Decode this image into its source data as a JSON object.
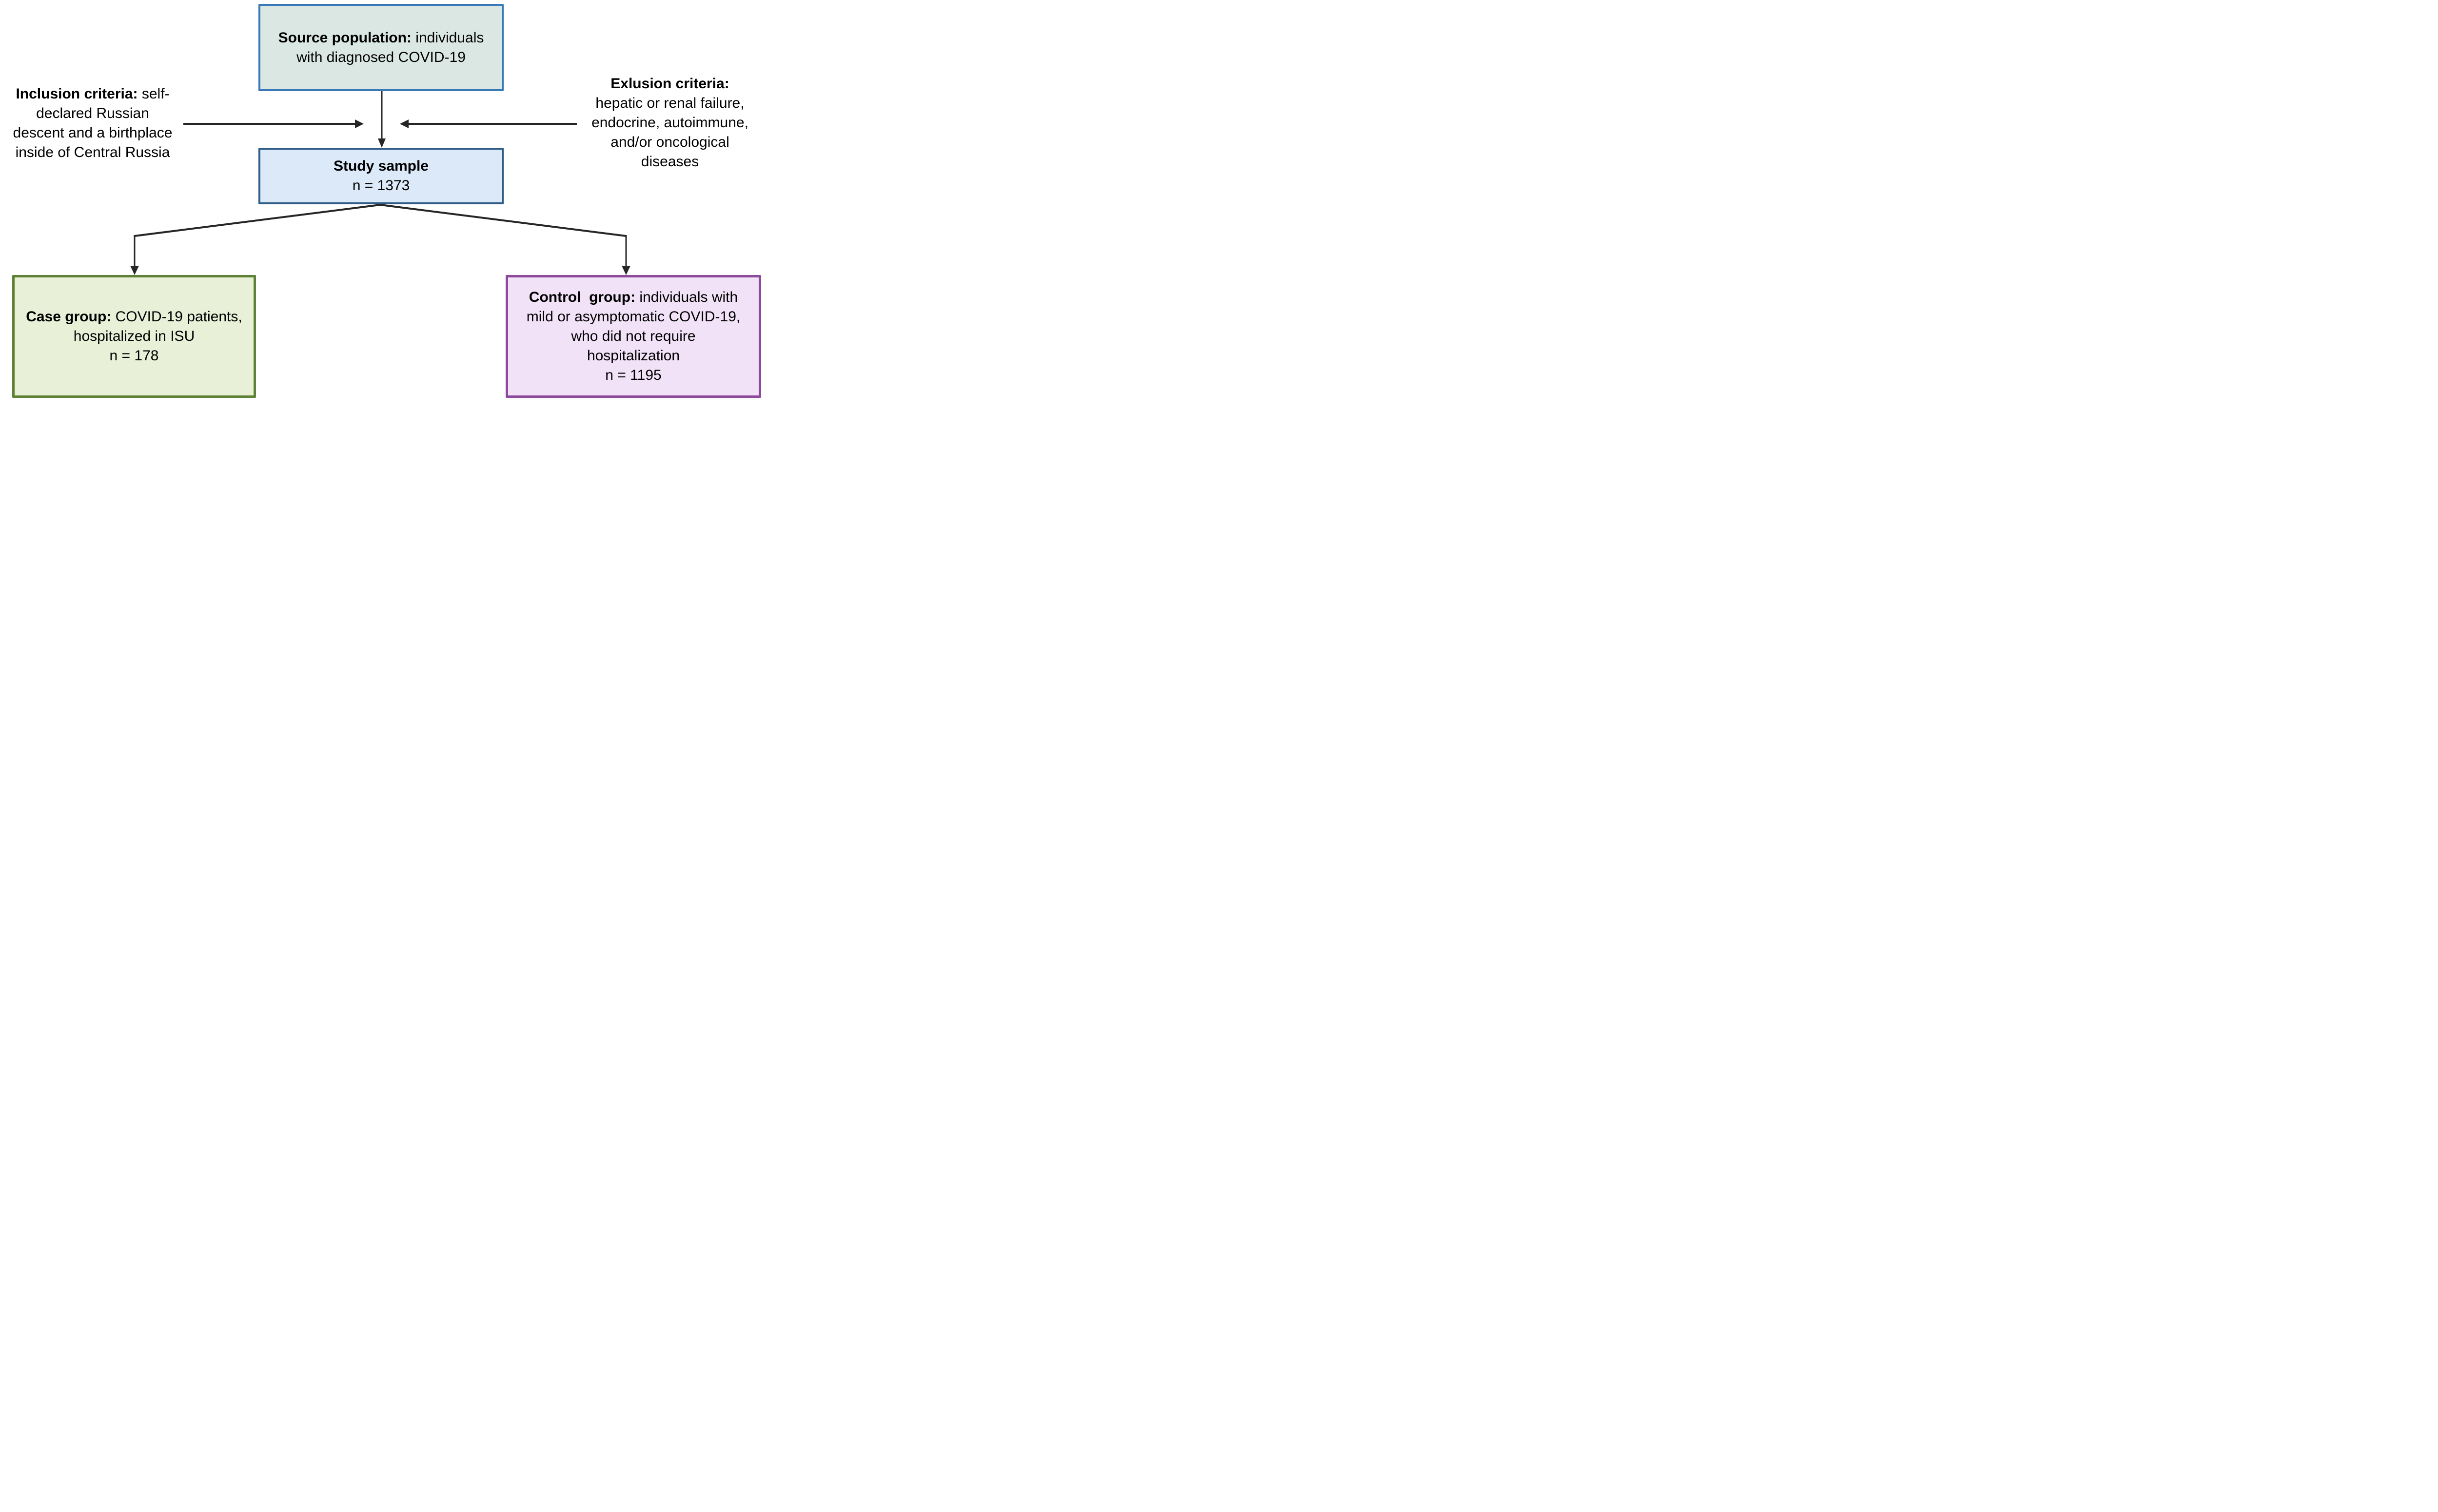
{
  "title": "COVID-19 study sample selection flowchart",
  "colors": {
    "source_fill": "#dbe7e2",
    "source_border": "#3a79b8",
    "study_fill": "#dbe9f8",
    "study_border": "#2f5d87",
    "case_fill": "#e8f1d8",
    "case_border": "#5f8136",
    "control_fill": "#f2e2f7",
    "control_border": "#8d4a9c",
    "line": "#262626",
    "text": "#000000"
  },
  "boxes": {
    "source": {
      "lines": [
        [
          {
            "t": "Source population:",
            "b": true
          },
          {
            "t": " individuals",
            "b": false
          }
        ],
        [
          {
            "t": "with diagnosed COVID-19",
            "b": false
          }
        ]
      ]
    },
    "study": {
      "lines": [
        [
          {
            "t": "Study sample",
            "b": true
          }
        ],
        [
          {
            "t": "n = 1373",
            "b": false
          }
        ]
      ]
    },
    "case": {
      "lines": [
        [
          {
            "t": "Case group:",
            "b": true
          },
          {
            "t": " COVID-19 patients,",
            "b": false
          }
        ],
        [
          {
            "t": "hospitalized in ISU",
            "b": false
          }
        ],
        [
          {
            "t": "n = 178",
            "b": false
          }
        ]
      ]
    },
    "control": {
      "lines": [
        [
          {
            "t": "Control  group:",
            "b": true
          },
          {
            "t": " individuals with",
            "b": false
          }
        ],
        [
          {
            "t": "mild or asymptomatic COVID-19,",
            "b": false
          }
        ],
        [
          {
            "t": "who did not require",
            "b": false
          }
        ],
        [
          {
            "t": "hospitalization",
            "b": false
          }
        ],
        [
          {
            "t": "n = 1195",
            "b": false
          }
        ]
      ]
    }
  },
  "annotations": {
    "inclusion": {
      "lines": [
        [
          {
            "t": "Inclusion criteria:",
            "b": true
          },
          {
            "t": " self-",
            "b": false
          }
        ],
        [
          {
            "t": "declared Russian",
            "b": false
          }
        ],
        [
          {
            "t": "descent and a birthplace",
            "b": false
          }
        ],
        [
          {
            "t": "inside of Central Russia",
            "b": false
          }
        ]
      ]
    },
    "exclusion": {
      "lines": [
        [
          {
            "t": "Exlusion criteria:",
            "b": true
          }
        ],
        [
          {
            "t": "hepatic or renal failure,",
            "b": false
          }
        ],
        [
          {
            "t": "endocrine, autoimmune,",
            "b": false
          }
        ],
        [
          {
            "t": "and/or oncological",
            "b": false
          }
        ],
        [
          {
            "t": "diseases",
            "b": false
          }
        ]
      ]
    }
  }
}
